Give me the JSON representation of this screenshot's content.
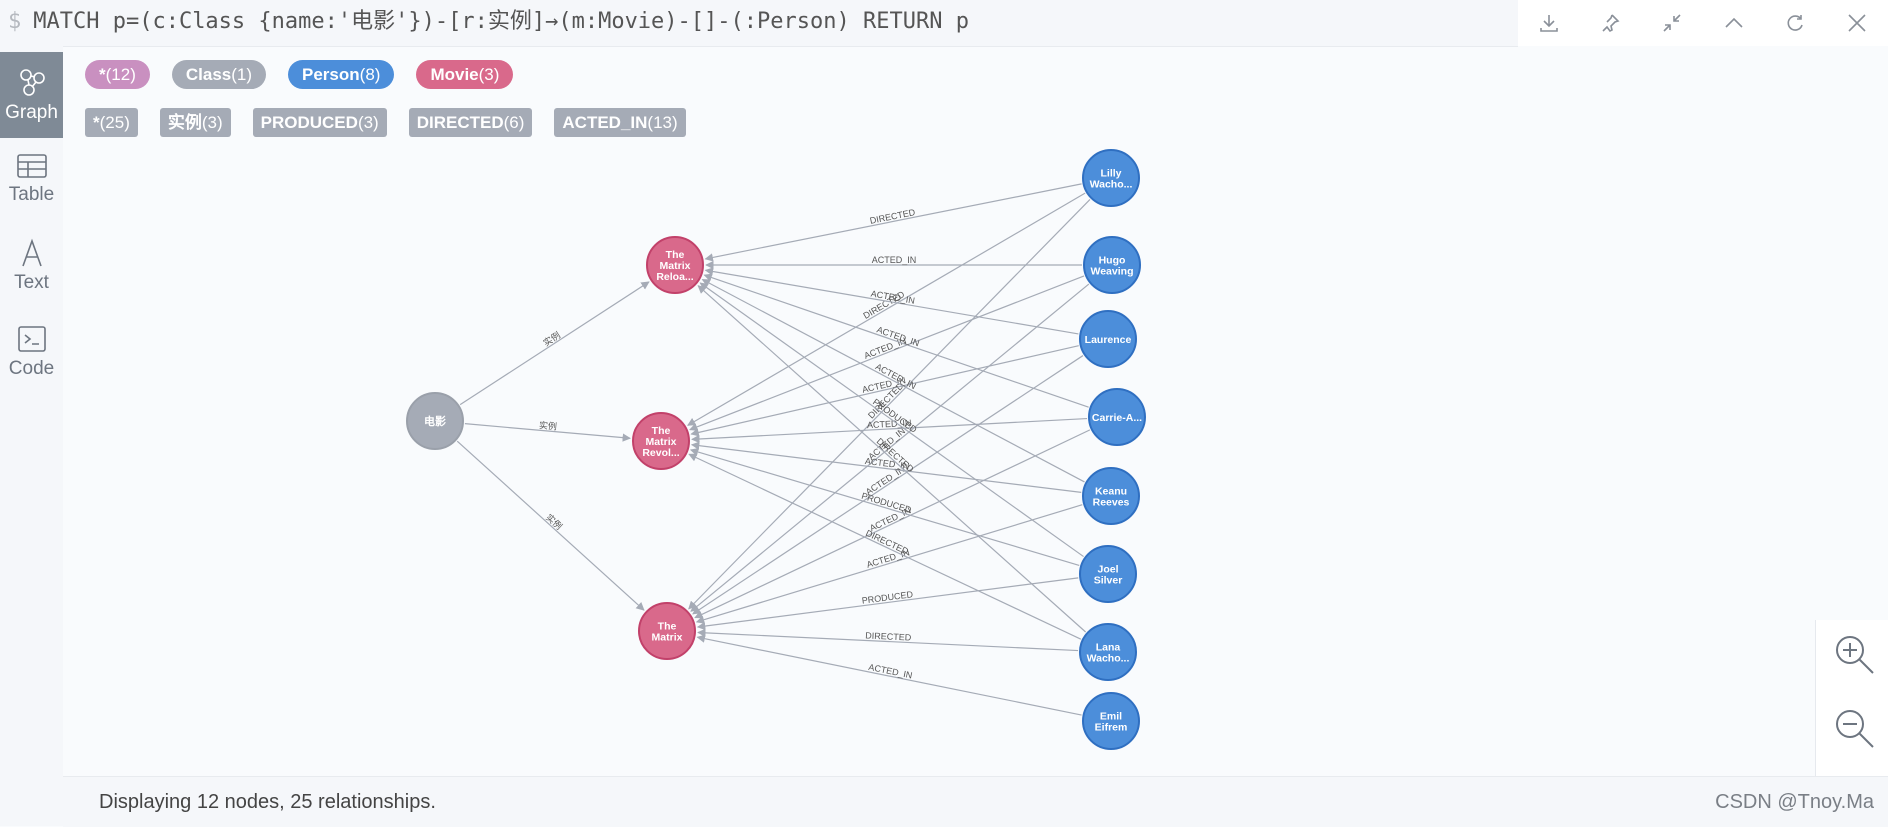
{
  "query": {
    "prompt_symbol": "$",
    "text": "MATCH p=(c:Class {name:'电影'})-[r:实例]→(m:Movie)-[]-(:Person) RETURN p"
  },
  "toolbar": {
    "icons": [
      "download-icon",
      "pin-icon",
      "collapse-icon",
      "chevron-up-icon",
      "refresh-icon",
      "close-icon"
    ]
  },
  "sidebar": {
    "items": [
      {
        "label": "Graph",
        "icon": "graph-icon",
        "active": true
      },
      {
        "label": "Table",
        "icon": "table-icon",
        "active": false
      },
      {
        "label": "Text",
        "icon": "text-icon",
        "active": false
      },
      {
        "label": "Code",
        "icon": "code-icon",
        "active": false
      }
    ]
  },
  "node_labels": [
    {
      "name": "*",
      "count": "(12)",
      "color": "#c990c0"
    },
    {
      "name": "Class",
      "count": "(1)",
      "color": "#a5abb6"
    },
    {
      "name": "Person",
      "count": "(8)",
      "color": "#4c8eda"
    },
    {
      "name": "Movie",
      "count": "(3)",
      "color": "#d9698b"
    }
  ],
  "relationship_types": [
    {
      "name": "*",
      "count": "(25)"
    },
    {
      "name": "实例",
      "count": "(3)"
    },
    {
      "name": "PRODUCED",
      "count": "(3)"
    },
    {
      "name": "DIRECTED",
      "count": "(6)"
    },
    {
      "name": "ACTED_IN",
      "count": "(13)"
    }
  ],
  "graph": {
    "colors": {
      "Class": "#a5abb6",
      "Movie": "#d9698b",
      "Person": "#4c8eda",
      "edge": "#a5abb6"
    },
    "nodes": [
      {
        "id": "c",
        "label": "Class",
        "lines": [
          "电影"
        ]
      },
      {
        "id": "m2",
        "label": "Movie",
        "lines": [
          "The",
          "Matrix",
          "Reloa..."
        ]
      },
      {
        "id": "m3",
        "label": "Movie",
        "lines": [
          "The",
          "Matrix",
          "Revol..."
        ]
      },
      {
        "id": "m1",
        "label": "Movie",
        "lines": [
          "The",
          "Matrix"
        ]
      },
      {
        "id": "lilly",
        "label": "Person",
        "lines": [
          "Lilly",
          "Wacho..."
        ]
      },
      {
        "id": "hugo",
        "label": "Person",
        "lines": [
          "Hugo",
          "Weaving"
        ]
      },
      {
        "id": "laurence",
        "label": "Person",
        "lines": [
          "Laurence"
        ]
      },
      {
        "id": "carrie",
        "label": "Person",
        "lines": [
          "Carrie-A..."
        ]
      },
      {
        "id": "keanu",
        "label": "Person",
        "lines": [
          "Keanu",
          "Reeves"
        ]
      },
      {
        "id": "joel",
        "label": "Person",
        "lines": [
          "Joel",
          "Silver"
        ]
      },
      {
        "id": "lana",
        "label": "Person",
        "lines": [
          "Lana",
          "Wacho..."
        ]
      },
      {
        "id": "emil",
        "label": "Person",
        "lines": [
          "Emil",
          "Eifrem"
        ]
      }
    ],
    "edges": [
      {
        "from": "c",
        "to": "m2",
        "type": "实例"
      },
      {
        "from": "c",
        "to": "m3",
        "type": "实例"
      },
      {
        "from": "c",
        "to": "m1",
        "type": "实例"
      },
      {
        "from": "lilly",
        "to": "m2",
        "type": "DIRECTED"
      },
      {
        "from": "lilly",
        "to": "m3",
        "type": "DIRECTED"
      },
      {
        "from": "lilly",
        "to": "m1",
        "type": "DIRECTED"
      },
      {
        "from": "hugo",
        "to": "m2",
        "type": "ACTED_IN"
      },
      {
        "from": "hugo",
        "to": "m3",
        "type": "ACTED_IN"
      },
      {
        "from": "hugo",
        "to": "m1",
        "type": "ACTED_IN"
      },
      {
        "from": "laurence",
        "to": "m2",
        "type": "ACTED_IN"
      },
      {
        "from": "laurence",
        "to": "m3",
        "type": "ACTED_IN"
      },
      {
        "from": "laurence",
        "to": "m1",
        "type": "ACTED_IN"
      },
      {
        "from": "carrie",
        "to": "m2",
        "type": "ACTED_IN"
      },
      {
        "from": "carrie",
        "to": "m3",
        "type": "ACTED_IN"
      },
      {
        "from": "carrie",
        "to": "m1",
        "type": "ACTED_IN"
      },
      {
        "from": "keanu",
        "to": "m2",
        "type": "ACTED_IN"
      },
      {
        "from": "keanu",
        "to": "m3",
        "type": "ACTED_IN"
      },
      {
        "from": "keanu",
        "to": "m1",
        "type": "ACTED_IN"
      },
      {
        "from": "joel",
        "to": "m2",
        "type": "PRODUCED"
      },
      {
        "from": "joel",
        "to": "m3",
        "type": "PRODUCED"
      },
      {
        "from": "joel",
        "to": "m1",
        "type": "PRODUCED"
      },
      {
        "from": "lana",
        "to": "m2",
        "type": "DIRECTED"
      },
      {
        "from": "lana",
        "to": "m3",
        "type": "DIRECTED"
      },
      {
        "from": "lana",
        "to": "m1",
        "type": "DIRECTED"
      },
      {
        "from": "emil",
        "to": "m1",
        "type": "ACTED_IN"
      }
    ]
  },
  "zoom": {
    "in_icon": "zoom-in-icon",
    "out_icon": "zoom-out-icon"
  },
  "status": {
    "text": "Displaying 12 nodes, 25 relationships."
  },
  "watermark": "CSDN @Tnoy.Ma"
}
